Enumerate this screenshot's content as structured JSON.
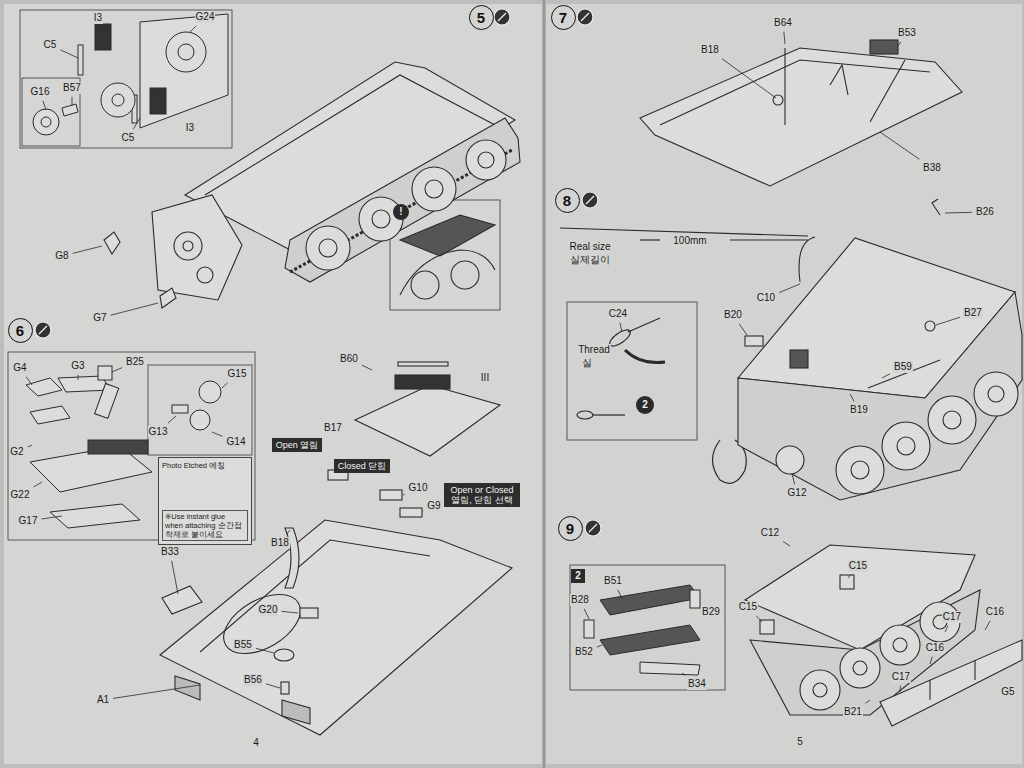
{
  "diagram": {
    "nodes": [
      {
        "text": [
          "5"
        ]
      },
      {
        "text": [
          "!"
        ]
      },
      {
        "text": [
          "6"
        ]
      },
      {
        "text": [
          "Photo Etched 에칭",
          "※Use instant glue when attaching 순간접착제로 붙이세요"
        ]
      },
      {
        "text": [
          "Open 열림"
        ]
      },
      {
        "text": [
          "Closed 닫힘"
        ]
      },
      {
        "text": [
          "Open or Closed 열림, 닫힘 선택"
        ]
      },
      {
        "text": [
          "7"
        ]
      },
      {
        "text": [
          "8"
        ]
      },
      {
        "text": [
          "2"
        ]
      },
      {
        "text": [
          "9"
        ]
      },
      {
        "text": [
          "2"
        ]
      }
    ],
    "labels": [
      "G24",
      "C5",
      "I3",
      "G16",
      "B57",
      "C5",
      "I3",
      "G8",
      "G7",
      "G4",
      "G3",
      "B25",
      "G15",
      "G2",
      "G13",
      "G14",
      "G22",
      "G17",
      "B60",
      "III",
      "B17",
      "G10",
      "G9",
      "B18",
      "B33",
      "G20",
      "B55",
      "B56",
      "A1",
      "4",
      "B18",
      "B64",
      "B53",
      "B38",
      "Real size",
      "실제길이",
      "100mm",
      "C24",
      "Thread",
      "실",
      "B26",
      "C10",
      "B20",
      "B27",
      "B59",
      "B19",
      "G12",
      "B28",
      "B51",
      "B29",
      "B52",
      "B34",
      "C12",
      "C15",
      "C15",
      "C16",
      "C17",
      "C16",
      "C17",
      "B21",
      "G5",
      "5"
    ]
  }
}
